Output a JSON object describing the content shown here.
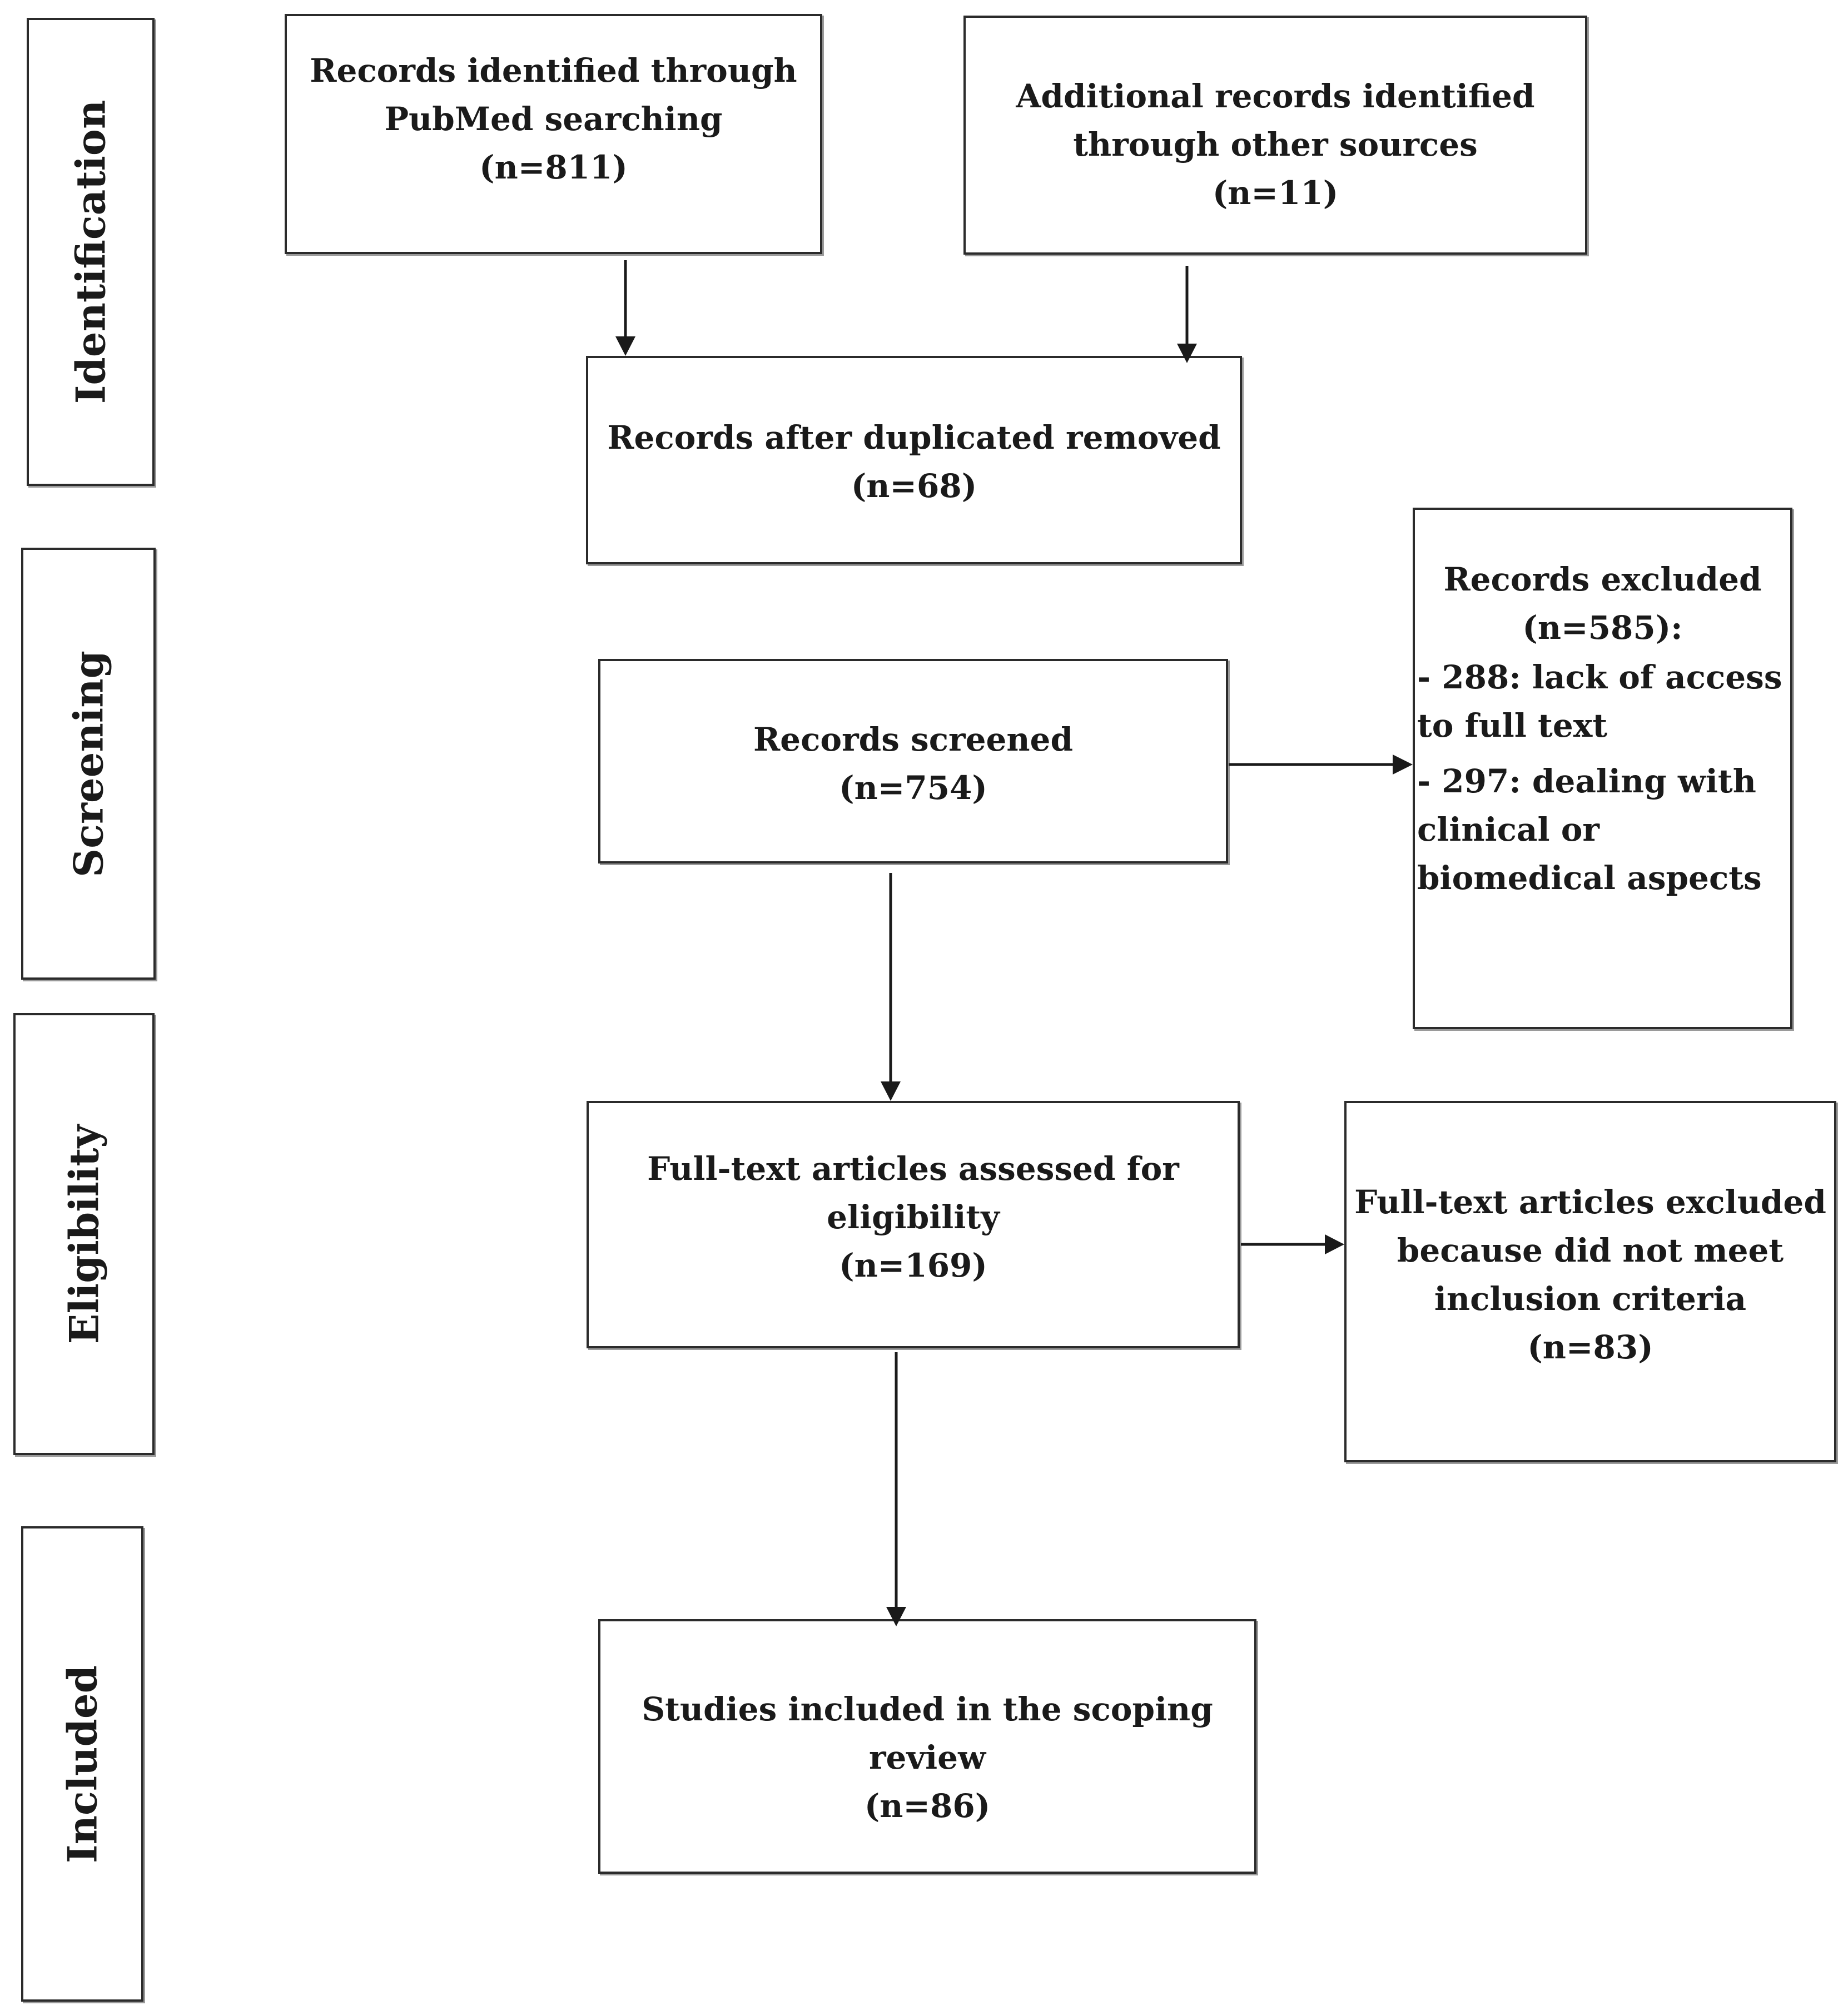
{
  "stages": {
    "identification": "Identification",
    "screening": "Screening",
    "eligibility": "Eligibility",
    "included": "Included"
  },
  "boxes": {
    "pubmed": {
      "text": "Records identified through\nPubMed searching\n(n=811)"
    },
    "other_sources": {
      "text": "Additional records identified\nthrough other sources\n(n=11)"
    },
    "after_duplicates": {
      "text": "Records after duplicated removed\n(n=68)"
    },
    "screened": {
      "text": "Records screened\n(n=754)"
    },
    "excluded_records": {
      "title": "Records excluded\n(n=585):",
      "items": [
        "- 288: lack of access\n   to full text",
        "- 297: dealing with\n   clinical or\n   biomedical aspects"
      ]
    },
    "fulltext_assessed": {
      "text": "Full-text articles assessed for\neligibility\n(n=169)"
    },
    "fulltext_excluded": {
      "text": "Full-text articles excluded\nbecause did not meet\ninclusion criteria\n(n=83)"
    },
    "included": {
      "text": "Studies included in the scoping\nreview\n(n=86)"
    }
  }
}
